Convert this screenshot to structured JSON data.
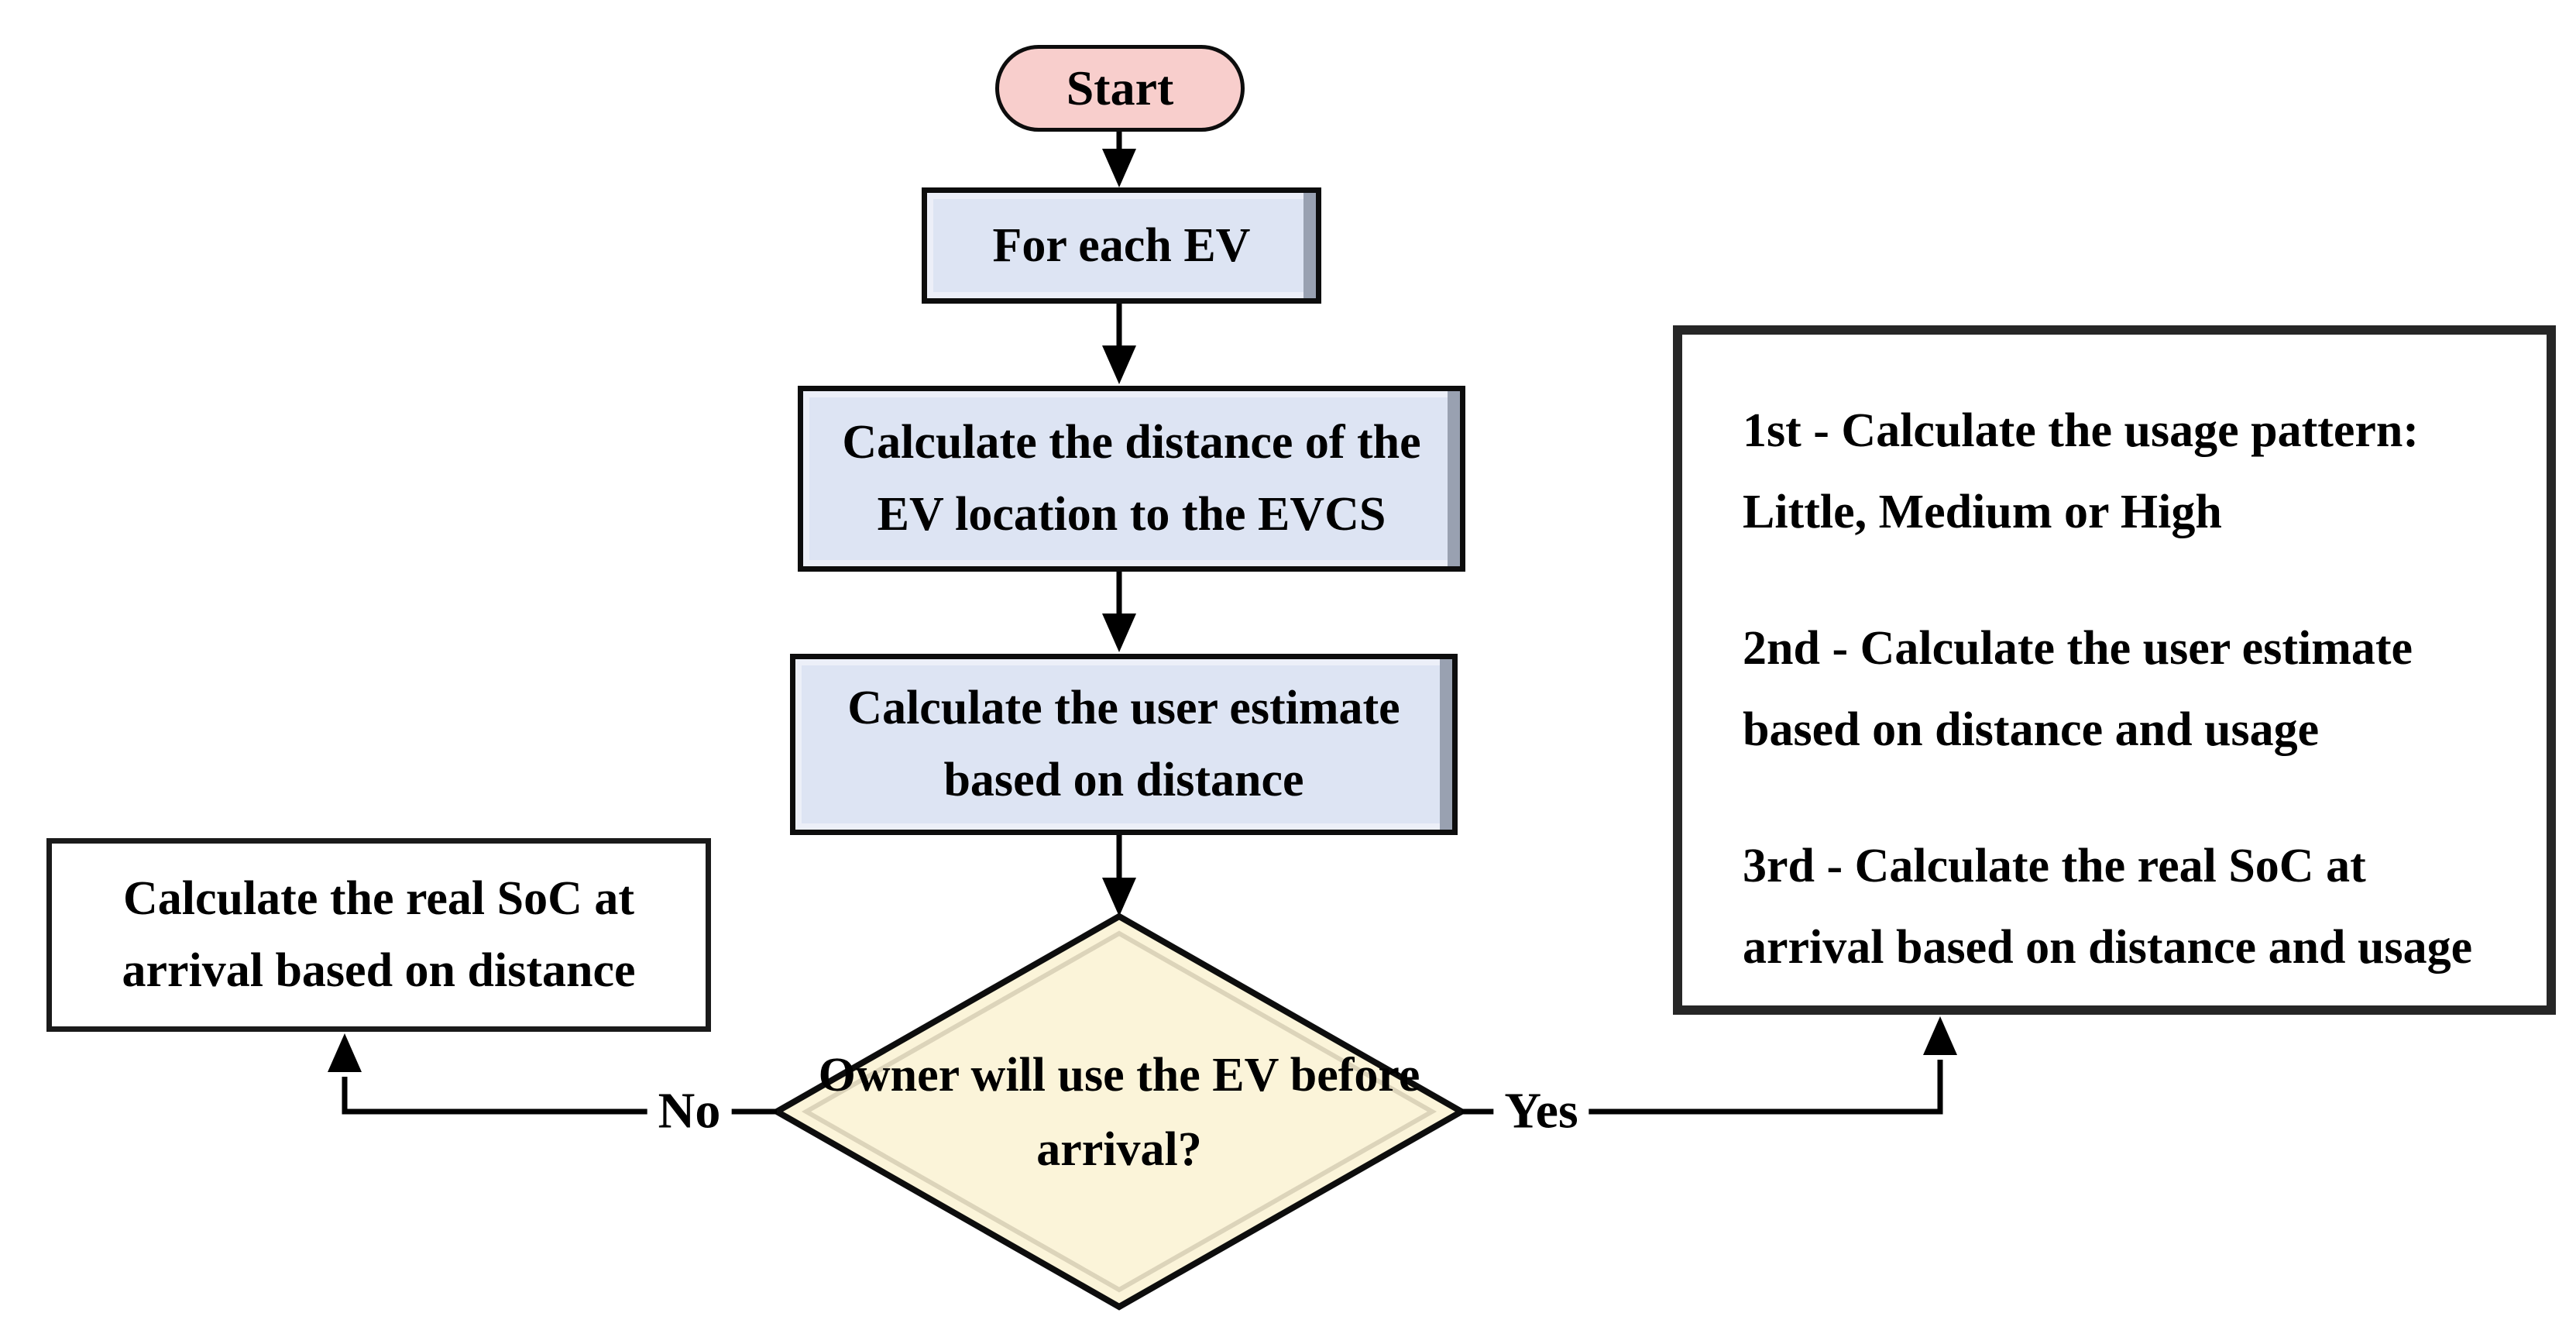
{
  "nodes": {
    "start": {
      "label": "Start"
    },
    "for_each_ev": {
      "label": "For each EV"
    },
    "calc_distance": {
      "line1": "Calculate the distance of the",
      "line2": "EV location to the EVCS"
    },
    "calc_user_estimate": {
      "line1": "Calculate the user estimate",
      "line2": "based on distance"
    },
    "decision": {
      "line1": "Owner will use",
      "line2": "the EV before arrival?"
    },
    "calc_real_soc": {
      "line1": "Calculate the real SoC at",
      "line2": "arrival based on distance"
    },
    "notes": [
      {
        "line1": "1st - Calculate the usage pattern:",
        "line2": "Little, Medium or High"
      },
      {
        "line1": "2nd - Calculate the user estimate",
        "line2": "based on distance and usage"
      },
      {
        "line1": "3rd - Calculate the real SoC at",
        "line2": "arrival based on distance and usage"
      }
    ]
  },
  "edges": {
    "yes_label": "Yes",
    "no_label": "No"
  },
  "colors": {
    "start_fill": "#f8cecc",
    "process_fill": "#dde4f3",
    "decision_fill": "#fbf4d9",
    "shadow_gray": "#99a1b1",
    "border": "#0d0d0d",
    "background": "#ffffff"
  }
}
